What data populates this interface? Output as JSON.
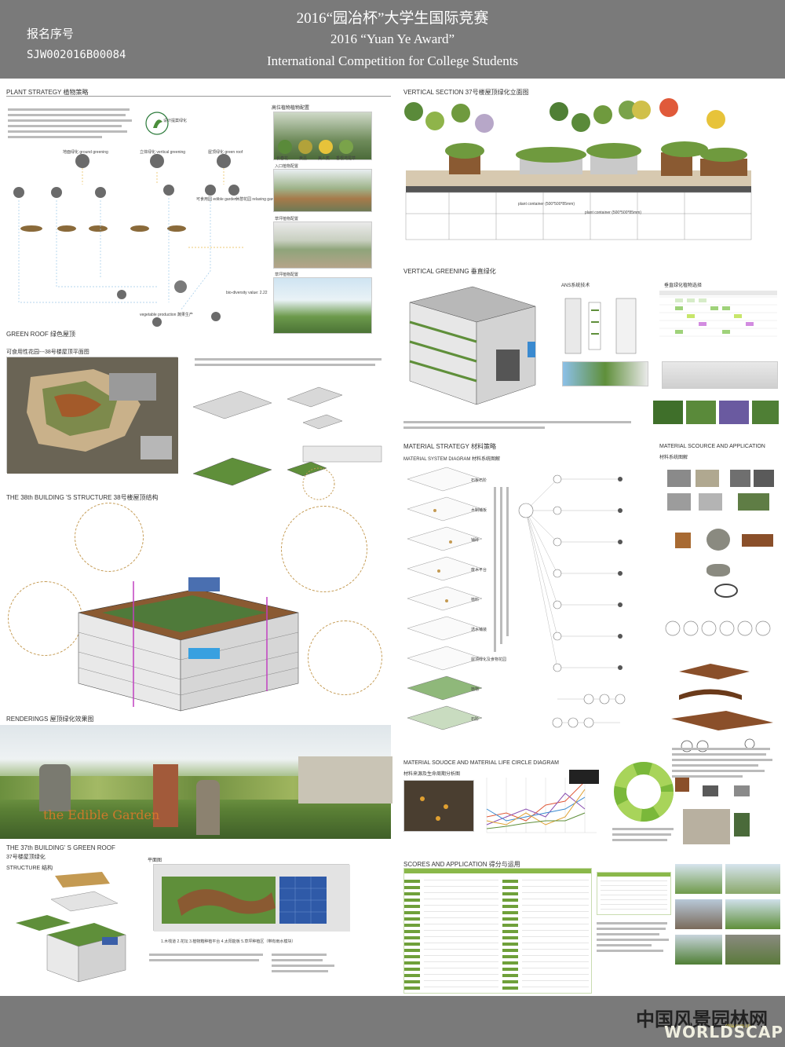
{
  "header": {
    "reg_label": "报名序号",
    "reg_id": "SJW002016B00084",
    "title_cn": "2016“园冶杯”大学生国际竞赛",
    "title_en_1": "2016 “Yuan Ye Award”",
    "title_en_2": "International Competition for College Students"
  },
  "left": {
    "plant_strategy": "PLANT STRATEGY 植物策略",
    "plant_photos_title": "高位植物植物配置",
    "plant_labels": [
      "长春花",
      "黄菖",
      "美人蕉",
      "香根鸢尾草"
    ],
    "plant_photo_labels": [
      "入口植物配置",
      "草坪植物配置",
      "草坪植物配置"
    ],
    "strategy_nodes": [
      "设计提案绿化",
      "地面绿化 ground greening",
      "立体绿化 vertical greening",
      "屋顶绿化 green roof",
      "可食用园 edible garden",
      "休憩花园 relaxing garden",
      "vegetable production 蔬果生产"
    ],
    "bio_value": "bio-diversity value: 2.22",
    "green_roof": "GREEN ROOF  绿色屋顶",
    "green_roof_sub": "可食用性花园---38号楼屋顶平面图",
    "structure_38": "THE 38th BUILDING  'S STRUCTURE 38号楼屋顶结构",
    "renderings": "RENDERINGS 屋顶绿化效果图",
    "edible_garden": "the Edible Garden",
    "building_37": "THE 37th BUILDING' S GREEN ROOF",
    "building_37_sub": "37号楼屋顶绿化",
    "structure": "STRUCTURE 结构",
    "plan": "平面图",
    "legend_37": "1.木栈道  2.花坛  3.植物箱种植平台  4.太阳能板  5.草坪种植区（带有雨水模块）"
  },
  "right": {
    "vertical_section": "VERTICAL SECTION 37号楼屋顶绿化立面图",
    "plant_container_1": "plant container (500*500*85mm)",
    "plant_container_2": "plant container (500*500*85mm)",
    "vertical_greening": "VERTICAL GREENING  垂直绿化",
    "ans_title": "ANS系统技术",
    "plant_select": "垂直绿化植物选择",
    "material_strategy": "MATERIAL STRATEGY 材料策略",
    "material_system": "MATERIAL SYSTEM DIAGRAM 材料系统图解",
    "material_source": "MATERIAL SCOURCE AND APPLICATION",
    "material_source_sub": "材料系统图解",
    "material_life": "MATERIAL SOUOCE AND MATERIAL LIFE CIRCLE DIAGRAM",
    "material_life_sub": "材料来源及生命周期分析图",
    "scores": "SCORES AND APPLICATION 得分与运用",
    "layer_labels": [
      "石板石阶",
      "木制铺板",
      "铺砖",
      "废木平台",
      "植料",
      "透水铺装",
      "屋顶绿化及食物花园",
      "植物",
      "石阶"
    ]
  },
  "footer": {
    "wm_cn": "中国风景园林网",
    "wm_url": "chla.com.cn",
    "wm_en": "WORLDSCAP"
  },
  "colors": {
    "bg_gray": "#7a7a7a",
    "accent_brown": "#c49a52",
    "green": "#6fae3a",
    "wood": "#8a4f2a",
    "blue": "#2f7fd0"
  }
}
